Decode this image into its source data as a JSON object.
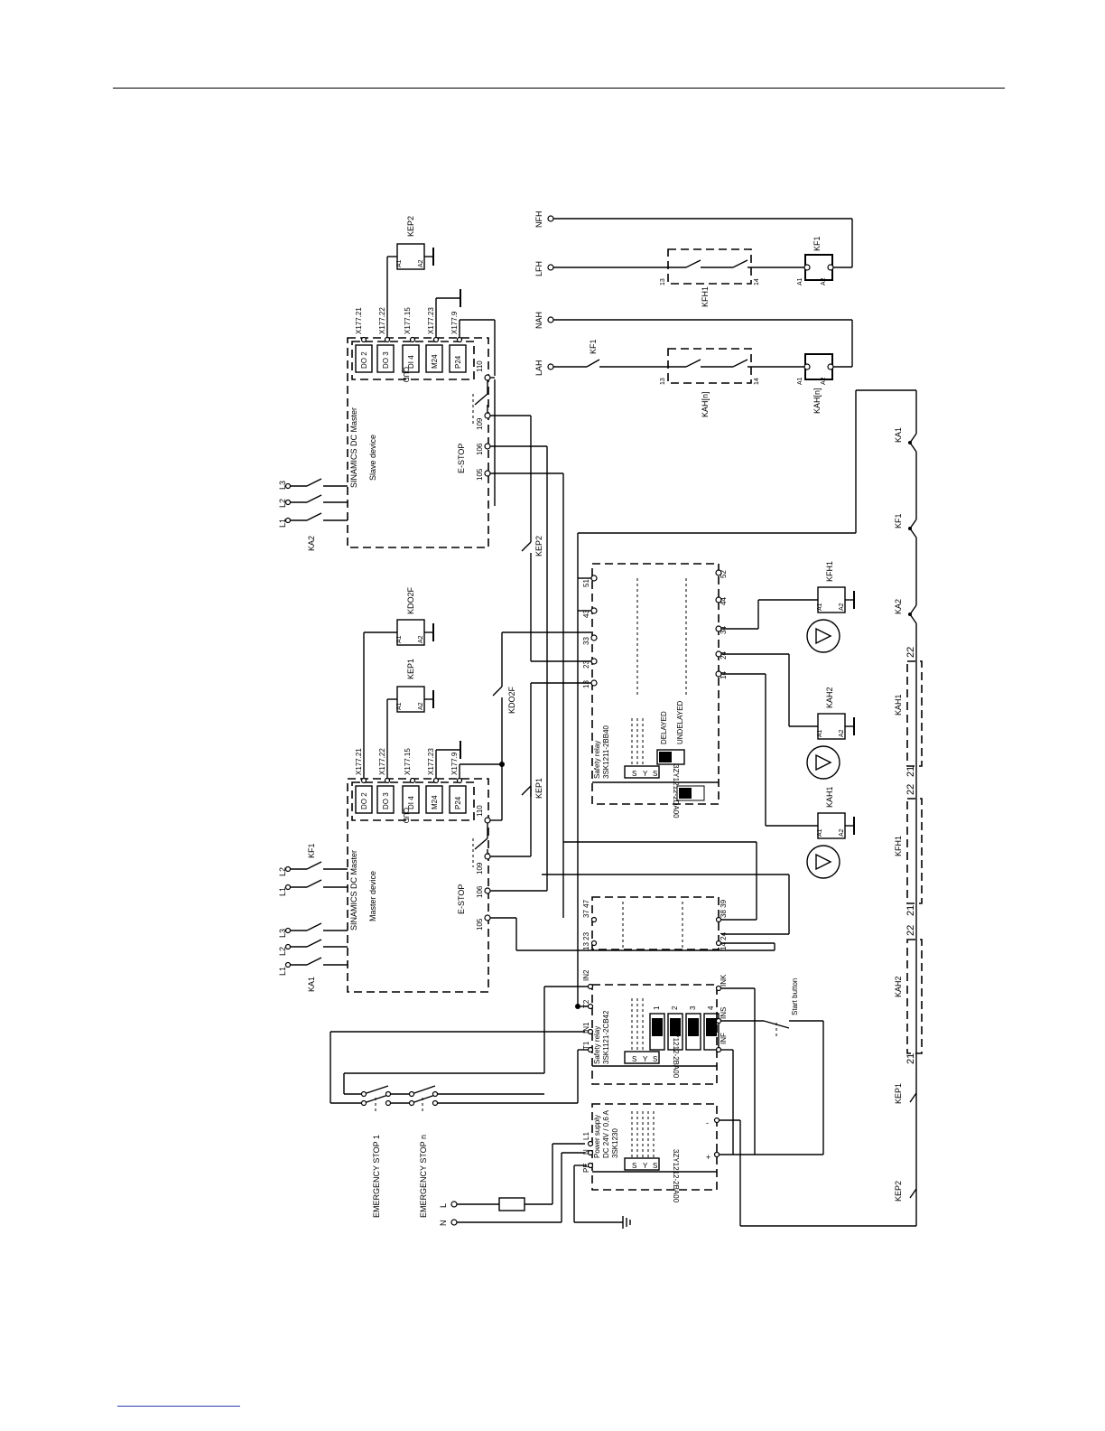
{
  "labels": {
    "l_n": "N",
    "l_l": "L",
    "estop1": "EMERGENCY STOP 1",
    "estopn": "EMERGENCY STOP n",
    "ps_title": "Power supply",
    "ps_rating": "DC 24V / 0,6 A",
    "ps_part": "3SK1230",
    "ps_base": "3ZY1212-2BA00",
    "ps_pe": "PE",
    "ps_n": "N",
    "ps_l1": "L1",
    "sr1_title": "Safety relay",
    "sr1_part": "3SK1121-2CB42",
    "sr1_base": "3ZY1212-2BA00",
    "t1": "T1",
    "in1": "IN1",
    "t2": "T2",
    "in2": "IN2",
    "ink": "INK",
    "ins": "INS",
    "inf": "INF",
    "sw1": "1",
    "sw2": "2",
    "sw3": "3",
    "sw4": "4",
    "start_button": "Start button",
    "sr2_title": "Safety relay",
    "sr2_part": "3SK1211-2BB40",
    "sr2_base": "3ZY1212-2DA00",
    "delayed": "DELAYED",
    "undelayed": "UNDELAYED",
    "sys": "S",
    "sy": "Y",
    "ss": "S",
    "master_title": "SINAMICS DC Master",
    "master_sub": "Master device",
    "slave_title": "SINAMICS DC Master",
    "slave_sub": "Slave device",
    "cud": "CUD",
    "estop_lbl": "E-STOP",
    "t105": "105",
    "t106": "106",
    "t109": "109",
    "t110": "110",
    "do2": "DO 2",
    "do3": "DO 3",
    "di4": "DI 4",
    "m24": "M24",
    "p24": "P24",
    "x21": "X177.21",
    "x22": "X177.22",
    "x15": "X177.15",
    "x23": "X177.23",
    "x9": "X177.9",
    "a1": "A1",
    "a2": "A2",
    "k_ep1": "KEP1",
    "k_ep2": "KEP2",
    "k_do2f": "KDO2F",
    "k_f1": "KF1",
    "k_a1": "KA1",
    "k_a2": "KA2",
    "k_ah1": "KAH1",
    "k_ah2": "KAH2",
    "k_fh1": "KFH1",
    "k_ahn": "KAH[n]",
    "k_ahn0": "KAH[n]",
    "n_fh": "NFH",
    "l_fh": "LFH",
    "n_ah": "NAH",
    "l_ah": "LAH",
    "c13": "13",
    "c14": "14",
    "c23": "23",
    "c24": "24",
    "c33": "33",
    "c34": "34",
    "c43": "43",
    "c44": "44",
    "c51": "51",
    "c52": "52",
    "c3747": "37 47",
    "c3839": "38 39",
    "c1323": "13 23",
    "c1424": "14 24",
    "n21": "21",
    "n22": "22",
    "l1": "L1",
    "l2": "L2",
    "l3": "L3"
  }
}
